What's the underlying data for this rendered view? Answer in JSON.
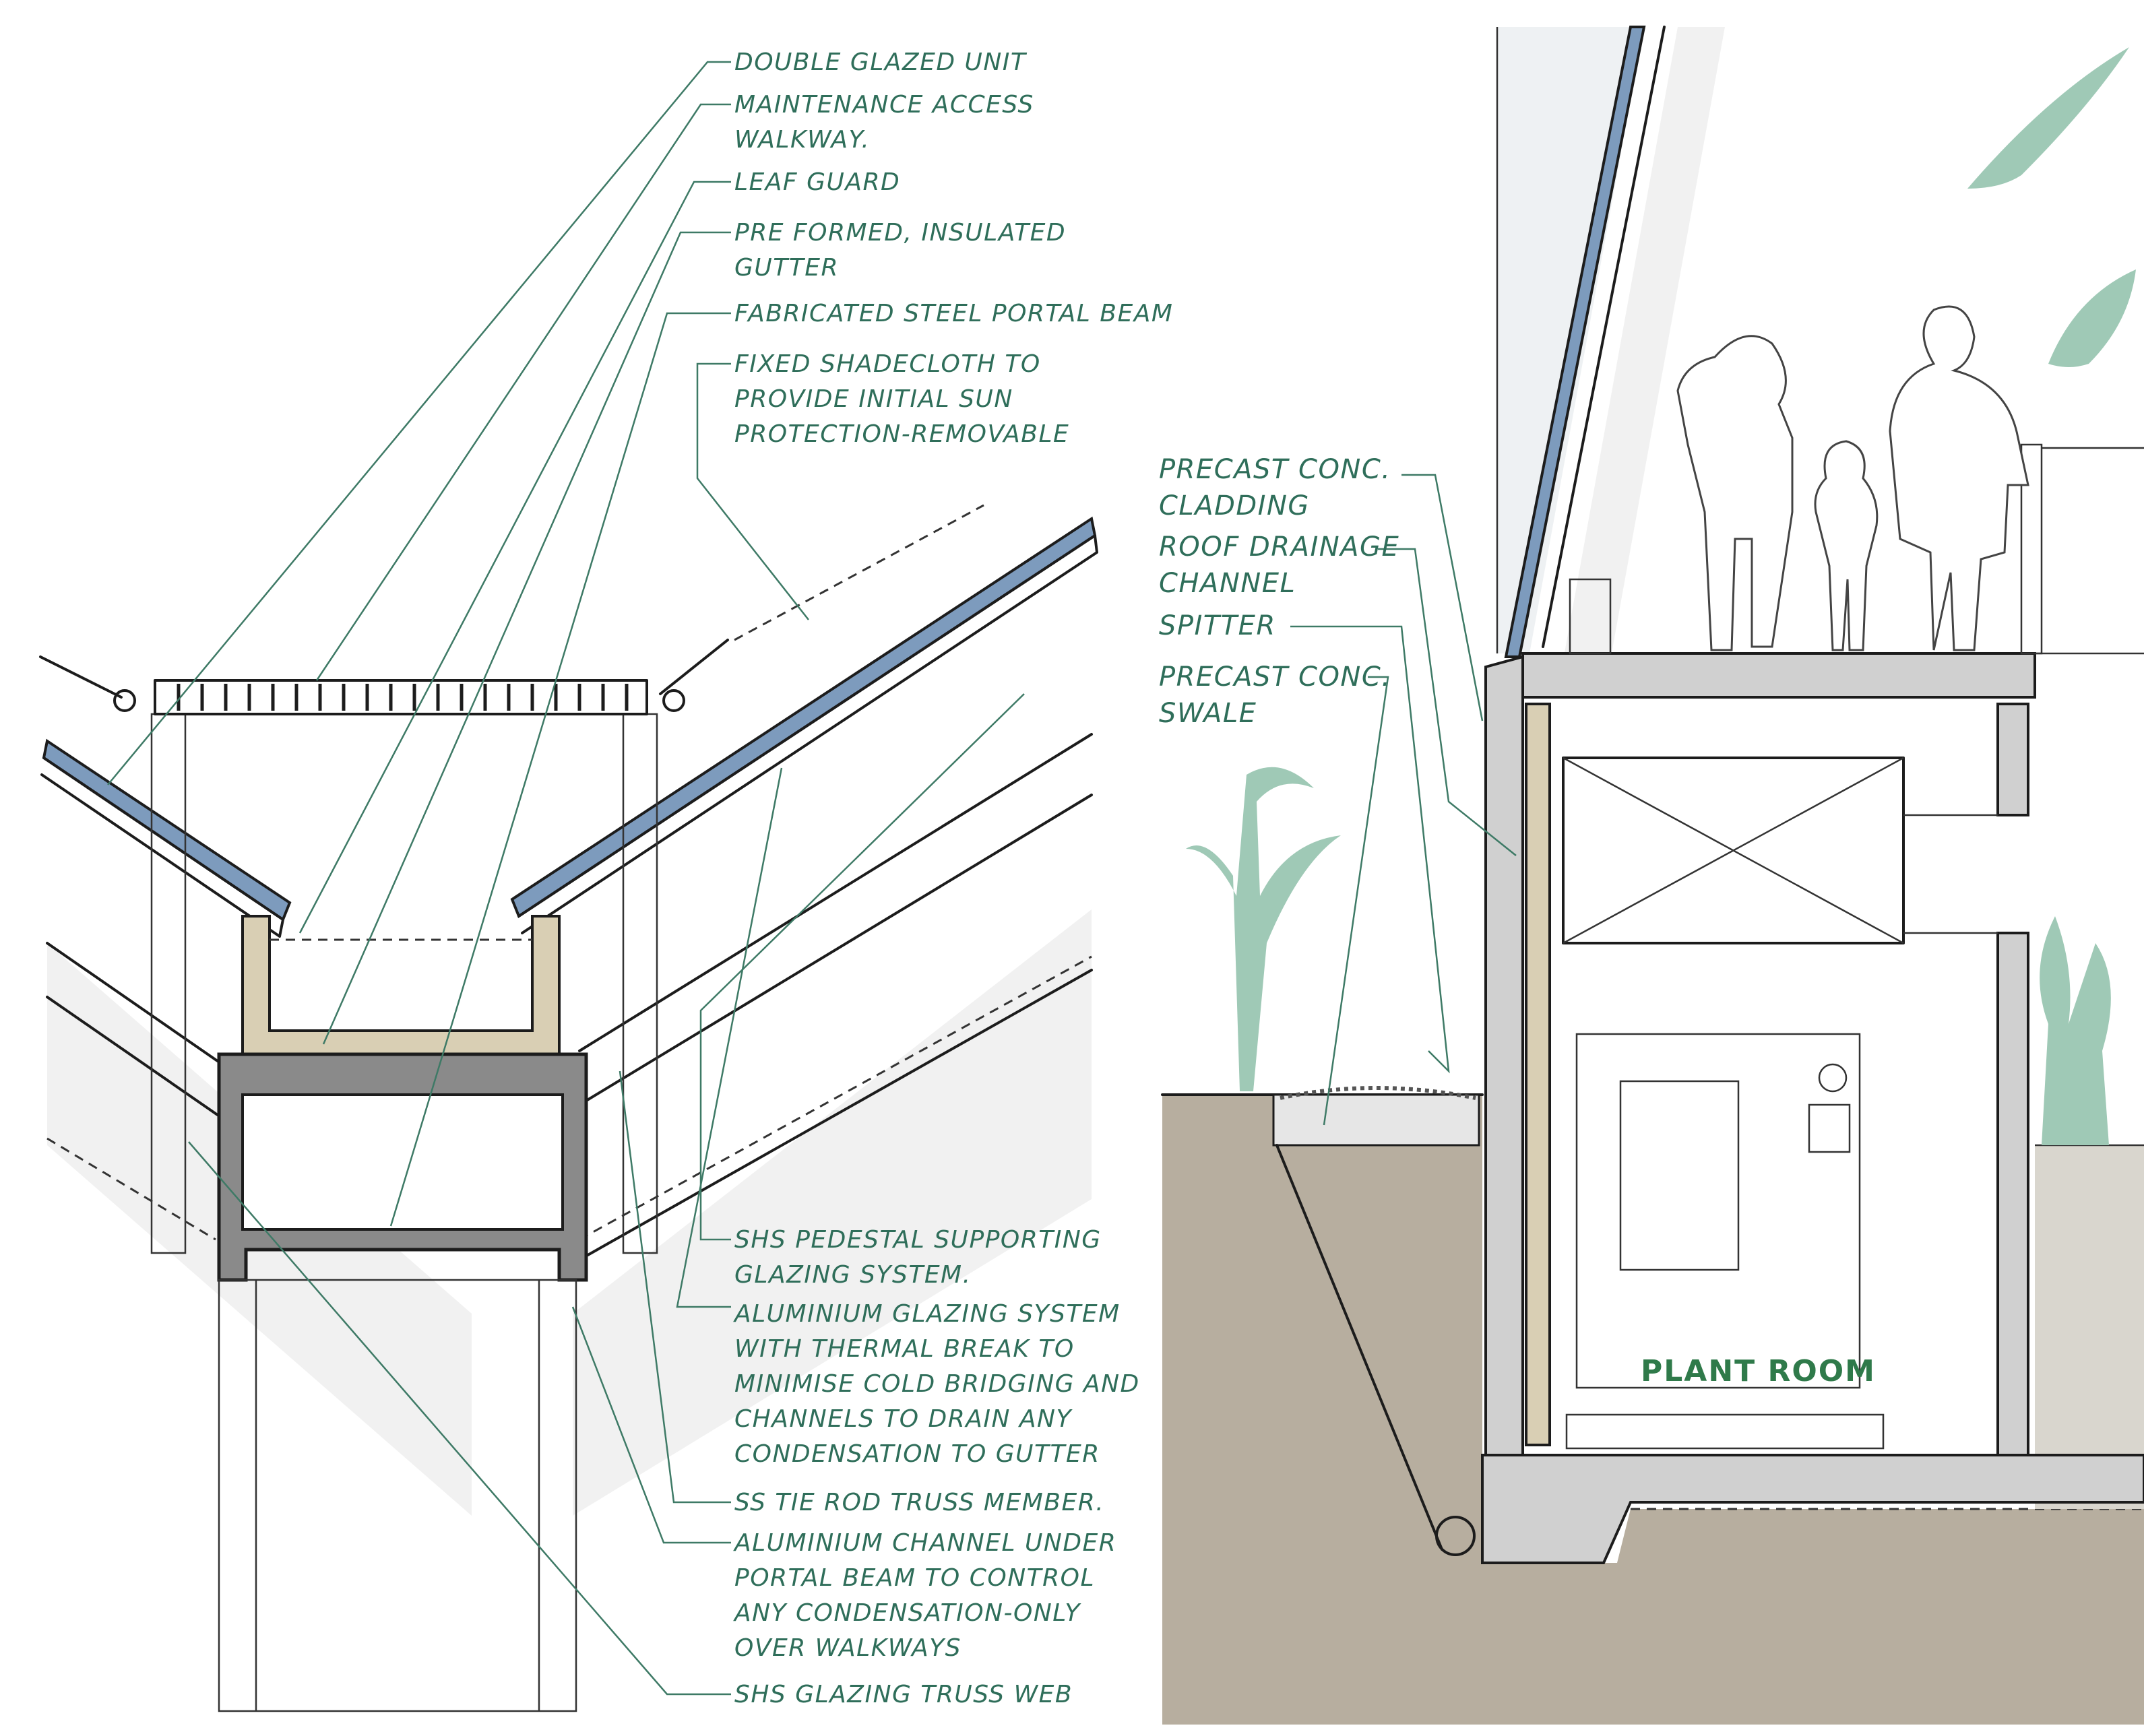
{
  "left_detail": {
    "callouts_top": [
      {
        "lines": [
          "DOUBLE GLAZED UNIT"
        ]
      },
      {
        "lines": [
          "MAINTENANCE ACCESS",
          "WALKWAY."
        ]
      },
      {
        "lines": [
          "LEAF GUARD"
        ]
      },
      {
        "lines": [
          "PRE FORMED, INSULATED",
          "GUTTER"
        ]
      },
      {
        "lines": [
          "FABRICATED STEEL PORTAL BEAM"
        ]
      },
      {
        "lines": [
          "FIXED SHADECLOTH TO",
          "PROVIDE INITIAL SUN",
          "PROTECTION-REMOVABLE"
        ]
      }
    ],
    "callouts_bottom": [
      {
        "lines": [
          "SHS PEDESTAL SUPPORTING",
          "GLAZING SYSTEM."
        ]
      },
      {
        "lines": [
          "ALUMINIUM GLAZING SYSTEM",
          "WITH THERMAL BREAK TO",
          "MINIMISE COLD BRIDGING AND",
          "CHANNELS TO DRAIN ANY",
          "CONDENSATION TO GUTTER"
        ]
      },
      {
        "lines": [
          "SS TIE ROD TRUSS MEMBER."
        ]
      },
      {
        "lines": [
          "ALUMINIUM CHANNEL UNDER",
          "PORTAL BEAM TO CONTROL",
          "ANY CONDENSATION-ONLY",
          "OVER WALKWAYS"
        ]
      },
      {
        "lines": [
          "SHS GLAZING TRUSS WEB"
        ]
      }
    ]
  },
  "right_section": {
    "callouts": [
      {
        "lines": [
          "PRECAST CONC.",
          "CLADDING"
        ]
      },
      {
        "lines": [
          "ROOF DRAINAGE",
          "CHANNEL"
        ]
      },
      {
        "lines": [
          "SPITTER"
        ]
      },
      {
        "lines": [
          "PRECAST CONC.",
          "SWALE"
        ]
      }
    ],
    "room_label": "PLANT ROOM"
  },
  "colors": {
    "annotation": "#2f6e5a",
    "glass": "#7d9bbd",
    "concrete": "#d0d0d0",
    "earth": "#b7ae9f",
    "foliage": "#9fc9b6"
  }
}
